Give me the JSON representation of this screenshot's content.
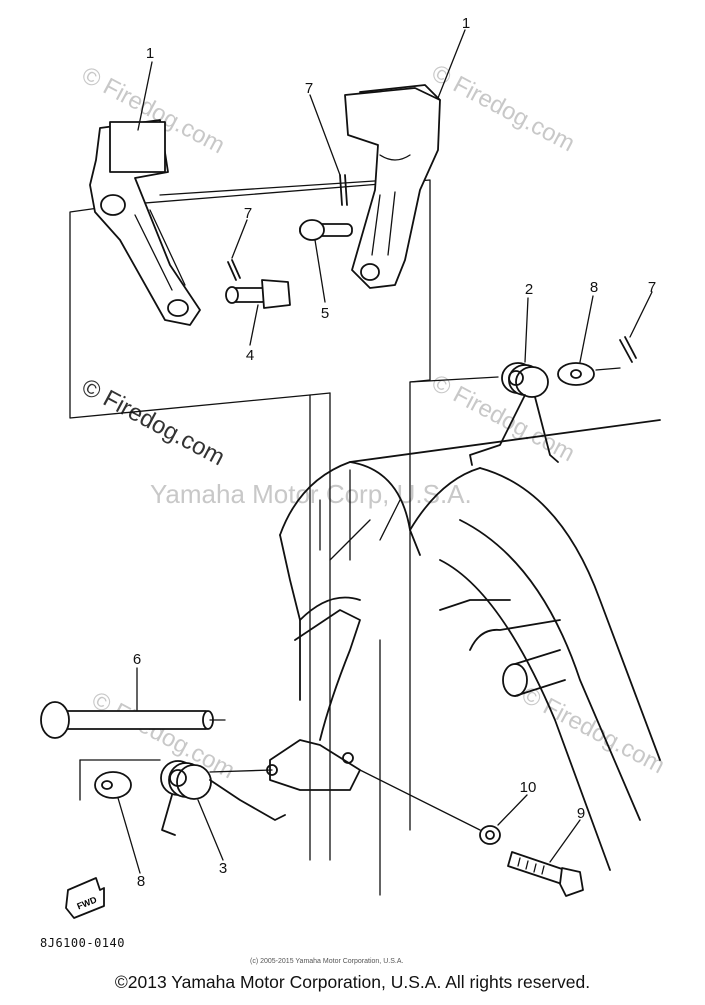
{
  "watermarks": {
    "firedog": "© Firedog.com",
    "firedog_plain": "Firedog.com",
    "yamaha": "Yamaha Motor Corp, U.S.A."
  },
  "callouts": [
    {
      "id": "c1a",
      "text": "1"
    },
    {
      "id": "c1b",
      "text": "1"
    },
    {
      "id": "c7a",
      "text": "7"
    },
    {
      "id": "c7b",
      "text": "7"
    },
    {
      "id": "c7c",
      "text": "7"
    },
    {
      "id": "c5",
      "text": "5"
    },
    {
      "id": "c4",
      "text": "4"
    },
    {
      "id": "c2",
      "text": "2"
    },
    {
      "id": "c8a",
      "text": "8"
    },
    {
      "id": "c6",
      "text": "6"
    },
    {
      "id": "c8b",
      "text": "8"
    },
    {
      "id": "c3",
      "text": "3"
    },
    {
      "id": "c10",
      "text": "10"
    },
    {
      "id": "c9",
      "text": "9"
    }
  ],
  "fwd_label": "FWD",
  "diagram_code": "8J6100-0140",
  "small_copyright": "(c) 2005-2015 Yamaha Motor Corporation, U.S.A.",
  "footer_copyright": "©2013 Yamaha Motor Corporation, U.S.A. All rights reserved."
}
